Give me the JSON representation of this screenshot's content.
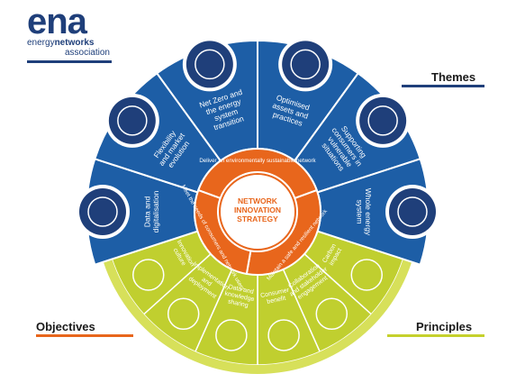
{
  "logo": {
    "mark": "ena",
    "line1_prefix": "energy",
    "line1_bold": "networks",
    "line2": "association"
  },
  "labels": {
    "themes": "Themes",
    "objectives": "Objectives",
    "principles": "Principles"
  },
  "center": {
    "title_lines": [
      "NETWORK",
      "INNOVATION",
      "STRATEGY"
    ]
  },
  "objectives_ring": [
    {
      "text": "Deliver an environmentally sustainable network"
    },
    {
      "text": "Maintain a safe and resilient network"
    },
    {
      "text": "Meet the needs of consumers and network users"
    }
  ],
  "themes": [
    {
      "lines": [
        "Data and",
        "digitalisation"
      ],
      "icon": "data-digitalisation-icon"
    },
    {
      "lines": [
        "Flexibility",
        "and market",
        "evolution"
      ],
      "icon": "balance-scale-icon"
    },
    {
      "lines": [
        "Net Zero and",
        "the energy",
        "system",
        "transition"
      ],
      "icon": "net-zero-graph-icon"
    },
    {
      "lines": [
        "Optimised",
        "assets and",
        "practices"
      ],
      "icon": "gear-arrow-icon"
    },
    {
      "lines": [
        "Supporting",
        "consumers in",
        "vulnerable",
        "situations"
      ],
      "icon": "house-people-icon"
    },
    {
      "lines": [
        "Whole energy",
        "system"
      ],
      "icon": "network-nodes-icon"
    }
  ],
  "principles": [
    {
      "lines": [
        "Carbon",
        "impact"
      ],
      "icon": "co2-icon"
    },
    {
      "lines": [
        "Collaboration",
        "and stakeholder",
        "engagement"
      ],
      "icon": "people-network-icon"
    },
    {
      "lines": [
        "Consumer",
        "benefit"
      ],
      "icon": "consumer-icon"
    },
    {
      "lines": [
        "Data and",
        "knowledge",
        "sharing"
      ],
      "icon": "upload-screen-icon"
    },
    {
      "lines": [
        "Implementation",
        "and",
        "deployment"
      ],
      "icon": "gears-screen-icon"
    },
    {
      "lines": [
        "Innovation",
        "culture"
      ],
      "icon": "head-gear-icon"
    }
  ],
  "colors": {
    "navy": "#1f3f7a",
    "theme_blue": "#1d5ea6",
    "orange": "#e8661c",
    "lime": "#c0cf2f",
    "lime_line": "#c5d12c",
    "orange_line": "#e8661c"
  }
}
